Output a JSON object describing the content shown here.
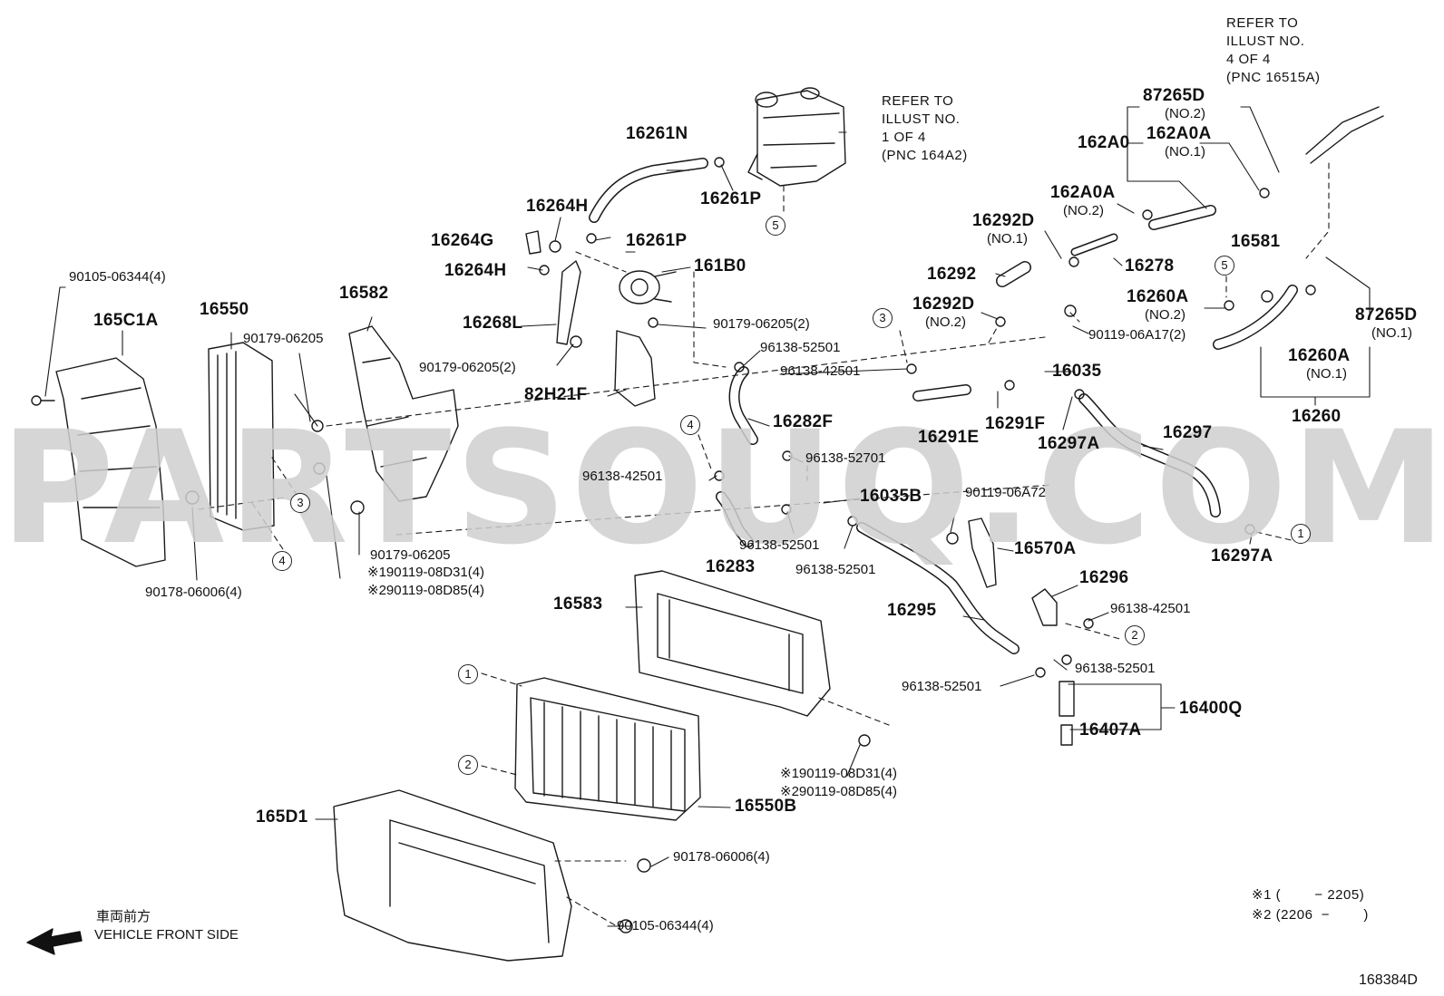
{
  "watermark": "PARTSOUQ.COM",
  "diagram_id": "168384D",
  "direction": {
    "jp": "車両前方",
    "en": "VEHICLE FRONT SIDE"
  },
  "notes": {
    "illust_1": "REFER TO\nILLUST NO.\n1 OF 4\n(PNC 164A2)",
    "illust_4": "REFER TO\nILLUST NO.\n4 OF 4\n(PNC 16515A)"
  },
  "legend": {
    "row1": "※1 (        − 2205)",
    "row2": "※2 (2206  −        )"
  },
  "callout_digits": [
    "1",
    "2",
    "3",
    "4",
    "5"
  ],
  "labels": {
    "p16261N": "16261N",
    "p16261P_a": "16261P",
    "p16264H_a": "16264H",
    "p16264G": "16264G",
    "p16261P_b": "16261P",
    "p16264H_b": "16264H",
    "p161B0": "161B0",
    "p16268L": "16268L",
    "p90179_2a": "90179-06205(2)",
    "p96138_52501_a": "96138-52501",
    "p90179_2b": "90179-06205(2)",
    "p96138_42501_a": "96138-42501",
    "p82H21F": "82H21F",
    "p16282F": "16282F",
    "p96138_52701": "96138-52701",
    "p96138_42501_b": "96138-42501",
    "p16035B": "16035B",
    "p96138_52501_b": "96138-52501",
    "p16283": "16283",
    "p96138_52501_c": "96138-52501",
    "p90105_a": "90105-06344(4)",
    "p165C1A": "165C1A",
    "p16550": "16550",
    "p16582": "16582",
    "p90179_a": "90179-06205",
    "p90179_b": "90179-06205",
    "p90119_08D31_a": "※190119-08D31(4)",
    "p90119_08D85_a": "※290119-08D85(4)",
    "p90178_a": "90178-06006(4)",
    "p16583": "16583",
    "p90119_08D31_b": "※190119-08D31(4)",
    "p90119_08D85_b": "※290119-08D85(4)",
    "p16550B": "16550B",
    "p90178_b": "90178-06006(4)",
    "p165D1": "165D1",
    "p90105_b": "90105-06344(4)",
    "p87265D_no2": "87265D",
    "t_no2_a": "(NO.2)",
    "p162A0": "162A0",
    "p162A0A_no1": "162A0A",
    "t_no1_a": "(NO.1)",
    "p162A0A_no2": "162A0A",
    "t_no2_b": "(NO.2)",
    "p16292D_no1": "16292D",
    "t_no1_b": "(NO.1)",
    "p16278": "16278",
    "p16292": "16292",
    "p16581": "16581",
    "p16292D_no2": "16292D",
    "t_no2_c": "(NO.2)",
    "p16260A_no2": "16260A",
    "t_no2_d": "(NO.2)",
    "p87265D_no1": "87265D",
    "t_no1_c": "(NO.1)",
    "p90119_06A17": "90119-06A17(2)",
    "p16260A_no1": "16260A",
    "t_no1_d": "(NO.1)",
    "p16035": "16035",
    "p16260": "16260",
    "p16291E": "16291E",
    "p16291F": "16291F",
    "p16297A_a": "16297A",
    "p16297": "16297",
    "p90119_06A72": "90119-06A72",
    "p16570A": "16570A",
    "p16297A_b": "16297A",
    "p16296": "16296",
    "p96138_42501_c": "96138-42501",
    "p16295": "16295",
    "p96138_52501_d": "96138-52501",
    "p96138_52501_e": "96138-52501",
    "p16400Q": "16400Q",
    "p16407A": "16407A"
  }
}
